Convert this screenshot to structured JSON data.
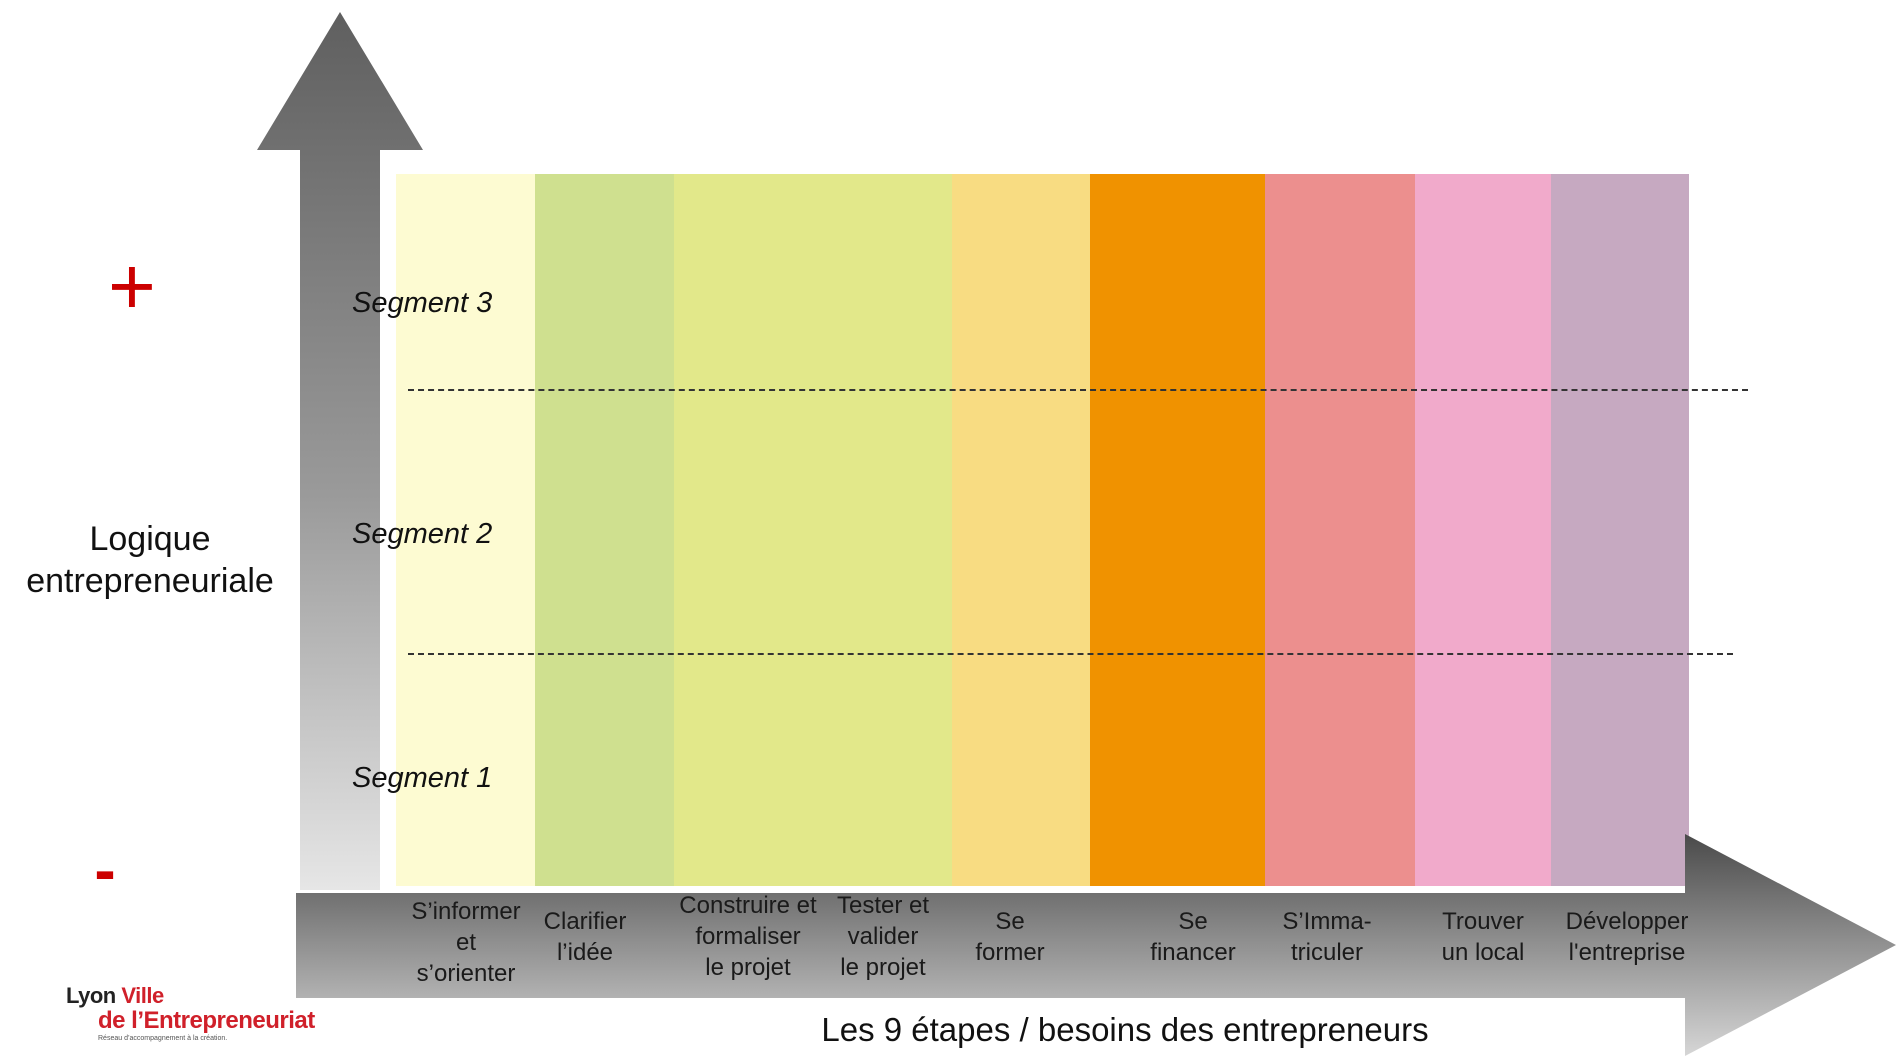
{
  "y_axis": {
    "plus_symbol": "+",
    "minus_symbol": "-",
    "label_line1": "Logique",
    "label_line2": "entrepreneuriale",
    "arrow_color": "#6e6e6e"
  },
  "segments": [
    {
      "label": "Segment 3"
    },
    {
      "label": "Segment 2"
    },
    {
      "label": "Segment 1"
    }
  ],
  "columns": [
    {
      "color": "#fdfbd2",
      "label_lines": [
        "S’informer",
        "et",
        "s’orienter"
      ]
    },
    {
      "color": "#cfe08f",
      "label_lines": [
        "Clarifier",
        "l’idée"
      ]
    },
    {
      "color": "#e2e88a",
      "label_lines": [
        "Construire et",
        "formaliser",
        "le projet"
      ]
    },
    {
      "color": "#e2e88a",
      "label_lines": [
        "Tester  et",
        "valider",
        "le projet"
      ]
    },
    {
      "color": "#f8dc82",
      "label_lines": [
        "Se",
        "former"
      ]
    },
    {
      "color": "#f09200",
      "label_lines": [
        "Se",
        "financer"
      ]
    },
    {
      "color": "#ec8f8e",
      "label_lines": [
        "S’Imma-",
        "triculer"
      ]
    },
    {
      "color": "#f1aacb",
      "label_lines": [
        "Trouver",
        "un local"
      ]
    },
    {
      "color": "#c6a9c1",
      "label_lines": [
        "Développer",
        "l'entreprise"
      ]
    }
  ],
  "x_axis": {
    "label": "Les 9 étapes / besoins des entrepreneurs"
  },
  "logo": {
    "line1_a": "Lyon ",
    "line1_b": "Ville",
    "line2": "de l’Entrepreneuriat",
    "tagline": "Réseau d’accompagnement à la création."
  }
}
